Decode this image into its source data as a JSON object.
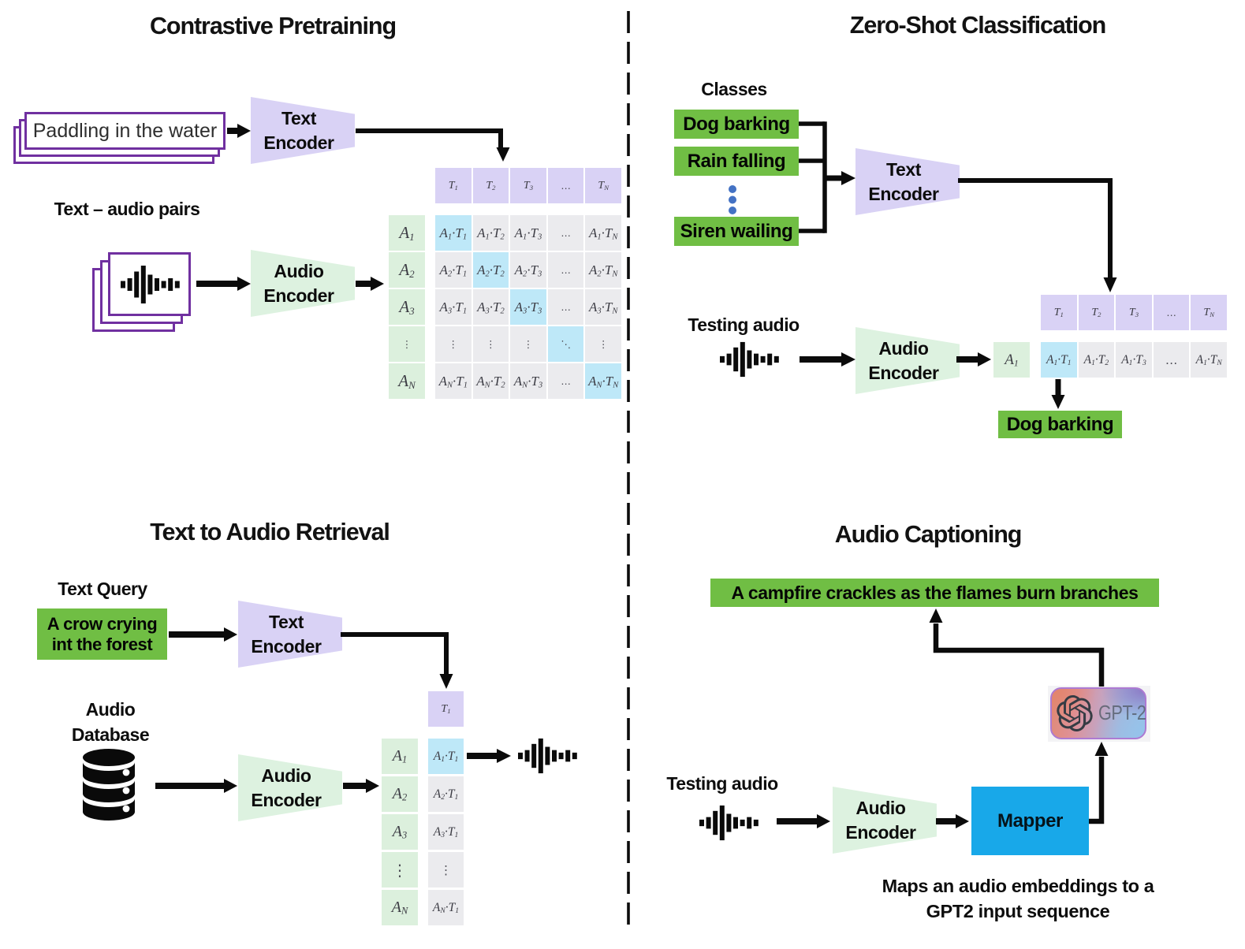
{
  "colors": {
    "encoder_purple": "#d9d2f5",
    "encoder_green": "#ddf2e0",
    "matrix_header_purple": "#d9d2f5",
    "matrix_audio_green": "#dcf0dd",
    "matrix_cell_gray": "#ebebee",
    "matrix_highlight_cyan": "#bee8f8",
    "label_box_green": "#70be44",
    "mapper_blue": "#18a8e9",
    "stack_border_purple": "#7030A0",
    "ellipsis_dots_blue": "#4472C4",
    "line_black": "#0b0b0b"
  },
  "contrastive": {
    "title": "Contrastive Pretraining",
    "text_stack_label": "Paddling in the water",
    "pairs_label": "Text – audio pairs",
    "text_encoder": {
      "line1": "Text",
      "line2": "Encoder"
    },
    "audio_encoder": {
      "line1": "Audio",
      "line2": "Encoder"
    },
    "matrix": {
      "header": [
        "T_1",
        "T_2",
        "T_3",
        "…",
        "T_N"
      ],
      "row_labels": [
        "A_1",
        "A_2",
        "A_3",
        "⋮",
        "A_N"
      ],
      "cells": [
        [
          "A_1·T_1",
          "A_1·T_2",
          "A_1·T_3",
          "…",
          "A_1·T_N"
        ],
        [
          "A_2·T_1",
          "A_2·T_2",
          "A_2·T_3",
          "…",
          "A_2·T_N"
        ],
        [
          "A_3·T_1",
          "A_3·T_2",
          "A_3·T_3",
          "…",
          "A_3·T_N"
        ],
        [
          "⋮",
          "⋮",
          "⋮",
          "⋱",
          "⋮"
        ],
        [
          "A_N·T_1",
          "A_N·T_2",
          "A_N·T_3",
          "…",
          "A_N·T_N"
        ]
      ],
      "highlighted_cells": [
        [
          0,
          0
        ],
        [
          1,
          1
        ],
        [
          2,
          2
        ],
        [
          3,
          3
        ],
        [
          4,
          4
        ]
      ]
    }
  },
  "zero_shot": {
    "title": "Zero-Shot Classification",
    "classes_label": "Classes",
    "class_boxes": [
      "Dog barking",
      "Rain falling",
      "Siren wailing"
    ],
    "text_encoder": {
      "line1": "Text",
      "line2": "Encoder"
    },
    "audio_encoder": {
      "line1": "Audio",
      "line2": "Encoder"
    },
    "testing_audio_label": "Testing audio",
    "vector_header": [
      "T_1",
      "T_2",
      "T_3",
      "…",
      "T_N"
    ],
    "audio_cell": "A_1",
    "vector_cells": [
      "A_1·T_1",
      "A_1·T_2",
      "A_1·T_3",
      "…",
      "A_1·T_N"
    ],
    "highlighted_cells": [
      0
    ],
    "result_box": "Dog barking"
  },
  "retrieval": {
    "title": "Text to Audio Retrieval",
    "query_label": "Text Query",
    "query_box": {
      "line1": "A crow crying",
      "line2": "int the forest"
    },
    "text_encoder": {
      "line1": "Text",
      "line2": "Encoder"
    },
    "audio_encoder": {
      "line1": "Audio",
      "line2": "Encoder"
    },
    "database_label": {
      "line1": "Audio",
      "line2": "Database"
    },
    "t_cell": "T_1",
    "row_labels": [
      "A_1",
      "A_2",
      "A_3",
      "⋮",
      "A_N"
    ],
    "value_cells": [
      "A_1·T_1",
      "A_2·T_1",
      "A_3·T_1",
      "⋮",
      "A_N·T_1"
    ],
    "highlighted_cells": [
      0
    ]
  },
  "captioning": {
    "title": "Audio Captioning",
    "caption_box": "A campfire crackles as the flames burn branches",
    "testing_audio_label": "Testing audio",
    "audio_encoder": {
      "line1": "Audio",
      "line2": "Encoder"
    },
    "mapper_label": "Mapper",
    "gpt2_label": "GPT-2",
    "note": {
      "line1": "Maps an audio embeddings to a",
      "line2": "GPT2 input sequence"
    }
  }
}
